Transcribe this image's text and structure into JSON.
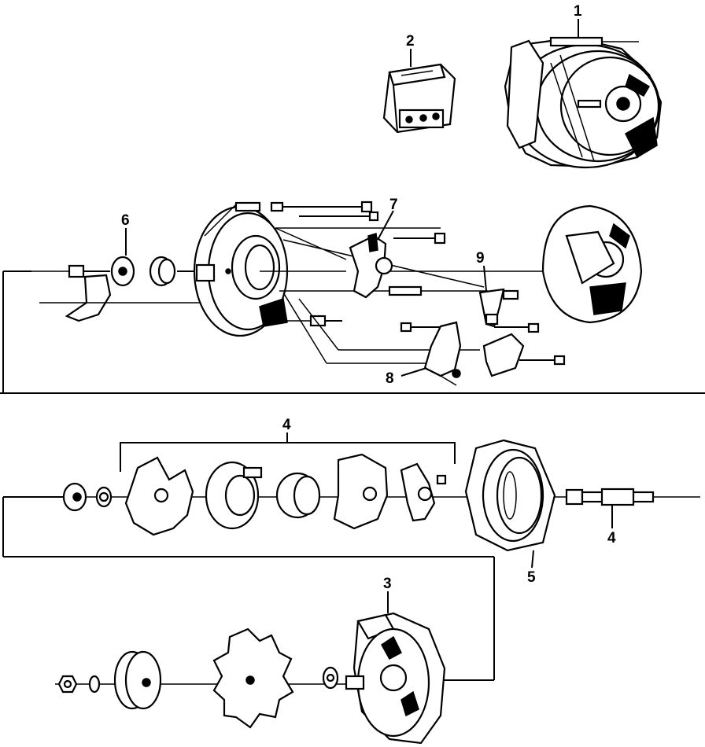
{
  "callouts": [
    {
      "id": "1",
      "label": "1",
      "part": "alternator-assembly"
    },
    {
      "id": "2",
      "label": "2",
      "part": "voltage-regulator"
    },
    {
      "id": "3",
      "label": "3",
      "part": "drive-end-frame"
    },
    {
      "id": "4a",
      "label": "4",
      "part": "rotor-assembly"
    },
    {
      "id": "4b",
      "label": "4",
      "part": "rotor-shaft"
    },
    {
      "id": "5",
      "label": "5",
      "part": "stator"
    },
    {
      "id": "6",
      "label": "6",
      "part": "slip-ring-end-bearing"
    },
    {
      "id": "7",
      "label": "7",
      "part": "brush-holder"
    },
    {
      "id": "8",
      "label": "8",
      "part": "rectifier-bridge"
    },
    {
      "id": "9",
      "label": "9",
      "part": "diode-trio"
    }
  ],
  "colors": {
    "line": "#000000",
    "background": "#ffffff"
  }
}
